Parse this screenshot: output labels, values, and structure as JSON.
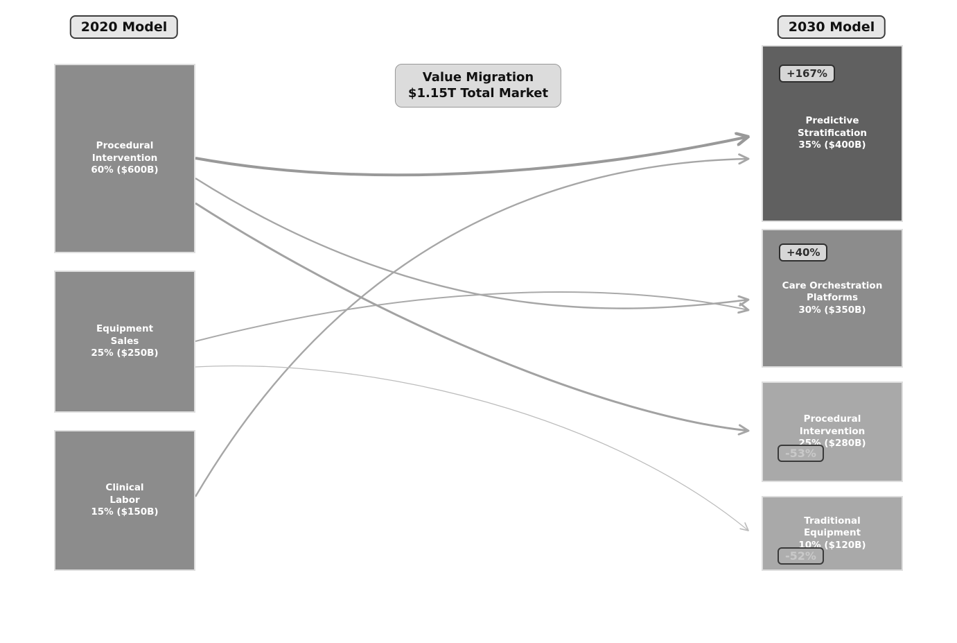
{
  "titles": {
    "left": "2020 Model",
    "right": "2030 Model"
  },
  "center_label": {
    "line1": "Value Migration",
    "line2": "$1.15T Total Market"
  },
  "palette": {
    "node_medium": "#8c8c8c",
    "node_dark": "#606060",
    "node_light": "#a9a9a9",
    "label_bg": "#e6e6e6",
    "arrow_thick": "#999999",
    "arrow_medium": "#a6a6a6",
    "arrow_thin": "#bcbcbc"
  },
  "nodes_2020": [
    {
      "name": "Procedural Intervention",
      "lines": [
        "Procedural",
        "Intervention",
        "60% ($600B)"
      ],
      "share": "60%",
      "value": "$600B"
    },
    {
      "name": "Equipment Sales",
      "lines": [
        "Equipment",
        "Sales",
        "25% ($250B)"
      ],
      "share": "25%",
      "value": "$250B"
    },
    {
      "name": "Clinical Labor",
      "lines": [
        "Clinical",
        "Labor",
        "15% ($150B)"
      ],
      "share": "15%",
      "value": "$150B"
    }
  ],
  "nodes_2030": [
    {
      "name": "Predictive Stratification",
      "badge": "+167%",
      "lines": [
        "Predictive",
        "Stratification",
        "35% ($400B)"
      ],
      "share": "35%",
      "value": "$400B"
    },
    {
      "name": "Care Orchestration Platforms",
      "badge": "+40%",
      "lines": [
        "Care Orchestration",
        "Platforms",
        "30% ($350B)"
      ],
      "share": "30%",
      "value": "$350B"
    },
    {
      "name": "Procedural Intervention",
      "badge": "-53%",
      "lines": [
        "Procedural",
        "Intervention",
        "25% ($280B)"
      ],
      "share": "25%",
      "value": "$280B"
    },
    {
      "name": "Traditional Equipment",
      "badge": "-52%",
      "lines": [
        "Traditional",
        "Equipment",
        "10% ($120B)"
      ],
      "share": "10%",
      "value": "$120B"
    }
  ],
  "flows": [
    {
      "from": "Procedural Intervention (2020)",
      "to": "Predictive Stratification (2030)"
    },
    {
      "from": "Procedural Intervention (2020)",
      "to": "Care Orchestration Platforms (2030)"
    },
    {
      "from": "Procedural Intervention (2020)",
      "to": "Procedural Intervention (2030)"
    },
    {
      "from": "Equipment Sales (2020)",
      "to": "Care Orchestration Platforms (2030)"
    },
    {
      "from": "Equipment Sales (2020)",
      "to": "Traditional Equipment (2030)"
    },
    {
      "from": "Clinical Labor (2020)",
      "to": "Predictive Stratification (2030)"
    }
  ]
}
